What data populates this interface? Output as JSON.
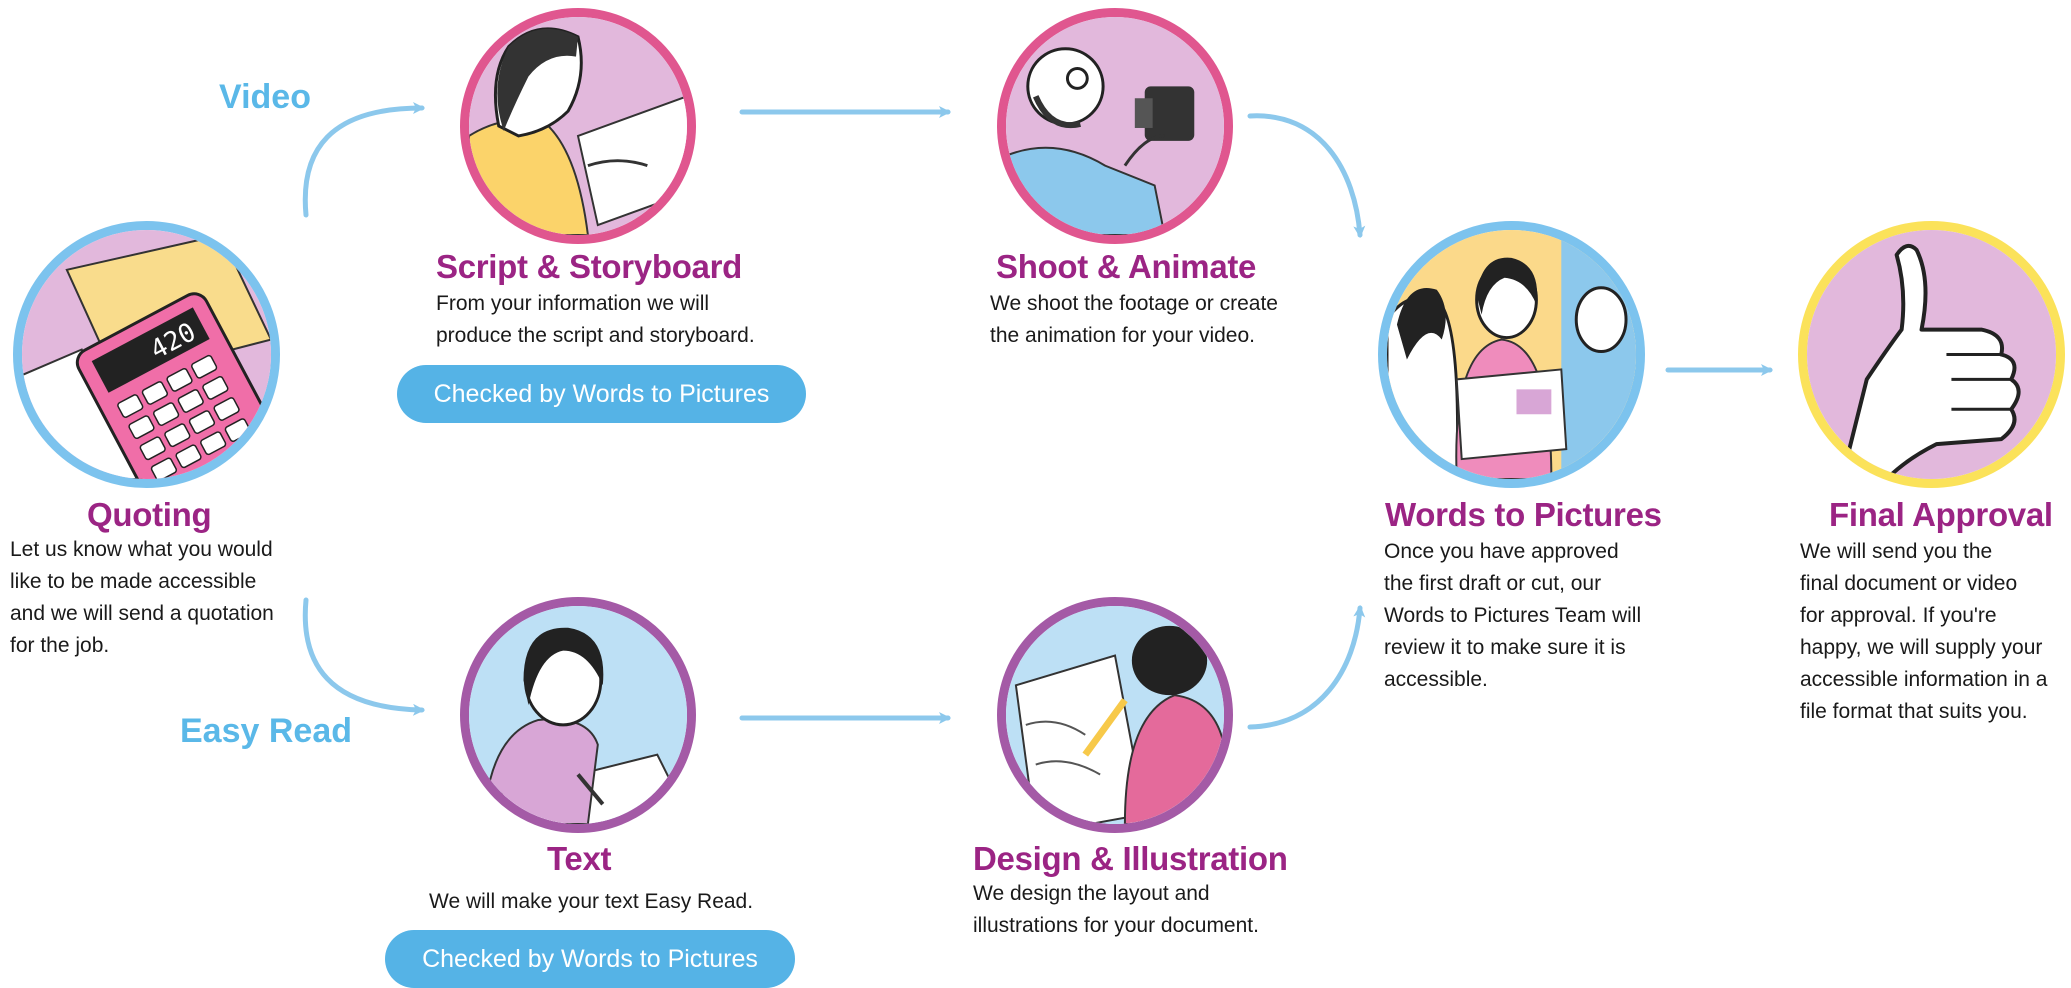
{
  "branches": {
    "video": "Video",
    "easy_read": "Easy Read"
  },
  "colors": {
    "title": "#9b2484",
    "arrow": "#8cc8ec",
    "pill": "#55b3e6",
    "ring_blue": "#7cc3ee",
    "ring_pink": "#e0568f",
    "ring_purple": "#a45aa6",
    "ring_yellow": "#fbe25a"
  },
  "steps": {
    "quoting": {
      "title": "Quoting",
      "lines": [
        "Let us know what you would",
        "like to be made accessible",
        "and we will send a quotation",
        "for the job."
      ],
      "icon": "calculator-icon",
      "calculator_display": "420"
    },
    "script": {
      "title": "Script & Storyboard",
      "lines": [
        "From your information we will",
        "produce the script and storyboard."
      ],
      "icon": "person-writing-script-icon",
      "pill": "Checked by Words to Pictures"
    },
    "shoot": {
      "title": "Shoot & Animate",
      "lines": [
        "We shoot the footage or create",
        "the animation for your video."
      ],
      "icon": "camera-operator-icon"
    },
    "text": {
      "title": "Text",
      "lines": [
        "We will make your text Easy Read."
      ],
      "icon": "person-writing-text-icon",
      "pill": "Checked by Words to Pictures"
    },
    "design": {
      "title": "Design & Illustration",
      "lines": [
        "We design the layout and",
        "illustrations for your document."
      ],
      "icon": "illustrator-drawing-icon"
    },
    "words": {
      "title": "Words to Pictures",
      "lines": [
        "Once you have approved",
        "the first draft or cut, our",
        "Words to Pictures Team will",
        "review it to make sure it is",
        "accessible."
      ],
      "icon": "review-team-icon"
    },
    "final": {
      "title": "Final Approval",
      "lines": [
        "We will send you the",
        "final document or video",
        "for approval. If you're",
        "happy, we will supply your",
        "accessible information in a",
        "file format that suits you."
      ],
      "icon": "thumbs-up-icon"
    }
  }
}
